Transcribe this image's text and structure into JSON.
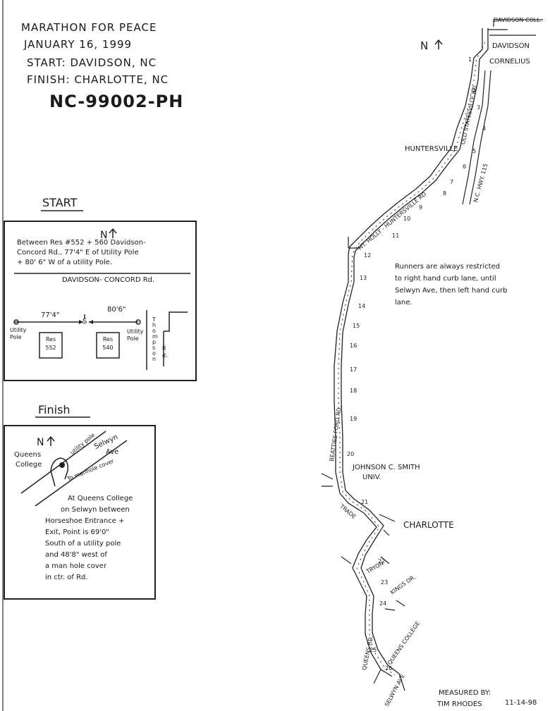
{
  "header": {
    "title": "MARATHON FOR PEACE",
    "date": "JANUARY 16, 1999",
    "start": "START: DAVIDSON, NC",
    "finish": "FINISH: CHARLOTTE, NC",
    "cert": "NC-99002-PH"
  },
  "start_section": {
    "heading": "START",
    "north": "N",
    "desc_line1": "Between Res #552 + 560 Davidson-",
    "desc_line2": "Concord Rd., 77'4\" E of Utility Pole",
    "desc_line3": "+ 80' 6\" W of a utility Pole.",
    "road": "DAVIDSON- CONCORD Rd.",
    "dist_left": "77'4\"",
    "dist_right": "80'6\"",
    "start_mark": "S",
    "utility_pole_left": "Utility Pole",
    "utility_pole_right": "Utility Pole",
    "res1": "Res 552",
    "res2": "Res 540",
    "thompson": "Thompson",
    "rd": "Rd."
  },
  "finish_section": {
    "heading": "Finish",
    "north": "N",
    "queens": "Queens",
    "college": "College",
    "utility_pole": "utility pole",
    "selwyn": "Selwyn",
    "ave": "Ave",
    "manhole": "To manhole cover",
    "desc": [
      "At Queens College",
      "on Selwyn between",
      "Horseshoe Entrance +",
      "Exit, Point is 69'0\"",
      "South of a utility pole",
      "and 48'8\" west of",
      "a man hole cover",
      "in ctr. of Rd."
    ]
  },
  "map": {
    "north": "N",
    "davidson_coll": "DAVIDSON COLL.",
    "davidson": "DAVIDSON",
    "cornelius": "CORNELIUS",
    "huntersville": "HUNTERSVILLE",
    "old_statesville": "OLD STATESVILLE RD.",
    "nc_hwy": "N.C. HWY. 115",
    "mt_holly": "MT. HOLLY - HUNTERSVILLE RD",
    "beatties": "BEATTIES FORD RD.",
    "johnson": "JOHNSON C. SMITH",
    "univ": "UNIV.",
    "charlotte": "CHARLOTTE",
    "trade": "TRADE",
    "tryon": "TRYON",
    "kings": "KINGS DR.",
    "queens_rd": "QUEENS RD.",
    "queens_college": "QUEENS COLLEGE",
    "selwyn_ave": "SELWYN AVE",
    "note": [
      "Runners are always restricted",
      "to right hand curb lane, until",
      "Selwyn Ave, then left hand curb",
      "lane."
    ],
    "miles": [
      "1",
      "2",
      "3",
      "4",
      "5",
      "6",
      "7",
      "8",
      "9",
      "10",
      "11",
      "12",
      "13",
      "14",
      "15",
      "16",
      "17",
      "18",
      "19",
      "20",
      "21",
      "22",
      "23",
      "24",
      "25",
      "26"
    ]
  },
  "footer": {
    "measured_by": "MEASURED BY:",
    "name": "TIM RHODES",
    "date": "11-14-98"
  }
}
